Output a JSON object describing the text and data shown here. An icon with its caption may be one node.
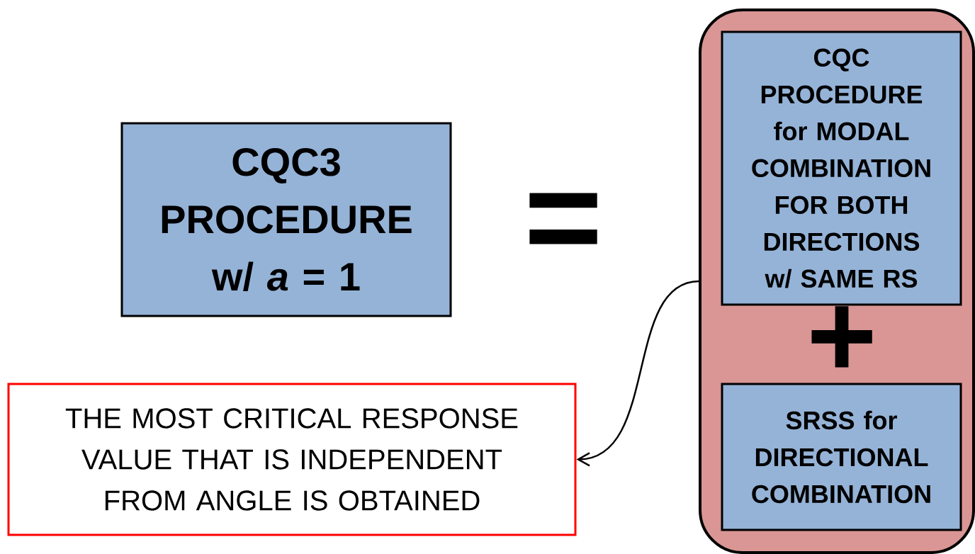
{
  "diagram": {
    "nodes": [
      {
        "text": [
          "CQC3 PROCEDURE w/ *a* = 1"
        ]
      },
      {
        "text": [],
        "shape": "box"
      },
      {
        "text": [
          "CQC PROCEDURE for MODAL COMBINATION FOR BOTH DIRECTIONS w/ SAME RS"
        ],
        "in": 1
      },
      {
        "text": [
          "SRSS for DIRECTIONAL COMBINATION"
        ],
        "in": 1
      },
      {
        "text": [
          "THE MOST CRITICAL RESPONSE VALUE THAT IS INDEPENDENT FROM ANGLE IS OBTAINED"
        ]
      }
    ],
    "edges": [
      {
        "from": 1,
        "to": 4,
        "arrow": "to"
      }
    ],
    "labels": [
      "=",
      "+"
    ]
  }
}
